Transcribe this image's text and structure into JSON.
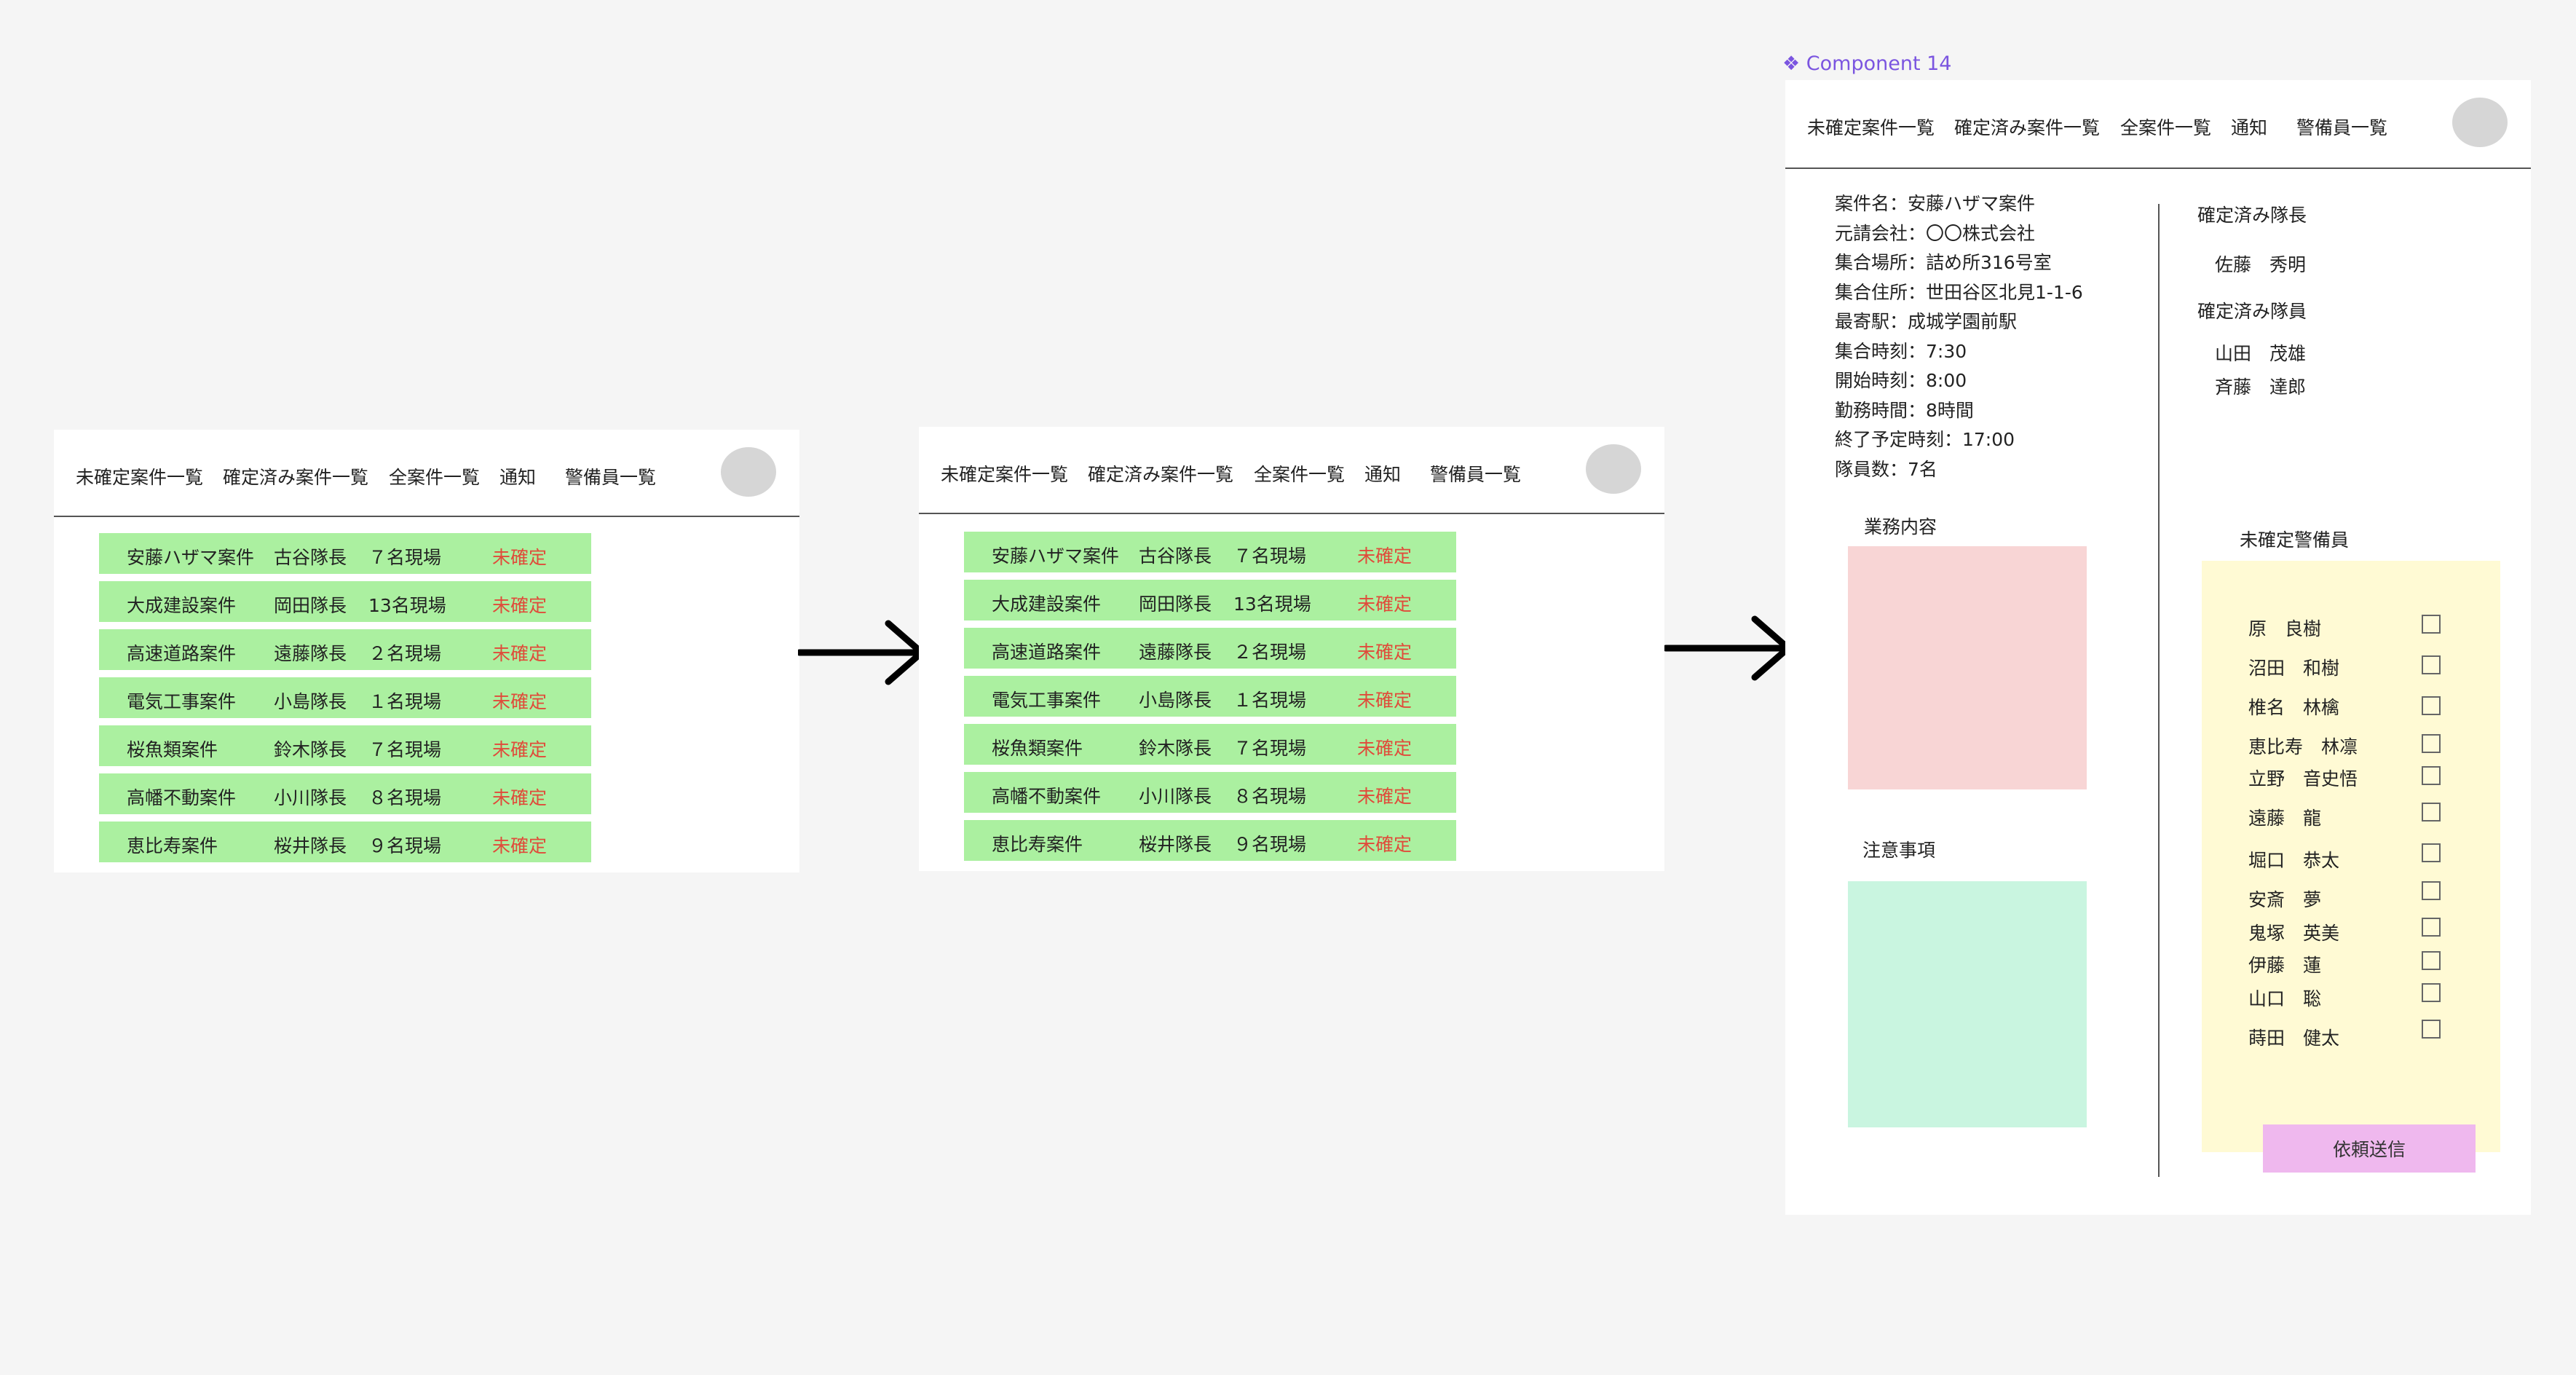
{
  "nav": {
    "items": [
      "未確定案件一覧",
      "確定済み案件一覧",
      "全案件一覧",
      "通知",
      "警備員一覧"
    ]
  },
  "cases": [
    {
      "name": "安藤ハザマ案件",
      "leader": "古谷隊長",
      "count": "７名現場",
      "status": "未確定"
    },
    {
      "name": "大成建設案件",
      "leader": "岡田隊長",
      "count": "13名現場",
      "status": "未確定"
    },
    {
      "name": "高速道路案件",
      "leader": "遠藤隊長",
      "count": "２名現場",
      "status": "未確定"
    },
    {
      "name": "電気工事案件",
      "leader": "小島隊長",
      "count": "１名現場",
      "status": "未確定"
    },
    {
      "name": "桜魚類案件",
      "leader": "鈴木隊長",
      "count": "７名現場",
      "status": "未確定"
    },
    {
      "name": "高幡不動案件",
      "leader": "小川隊長",
      "count": "８名現場",
      "status": "未確定"
    },
    {
      "name": "恵比寿案件",
      "leader": "桜井隊長",
      "count": "９名現場",
      "status": "未確定"
    }
  ],
  "component": {
    "label": "❖ Component 14"
  },
  "detail": {
    "info": [
      "案件名：安藤ハザマ案件",
      "元請会社：〇〇株式会社",
      "集合場所：詰め所316号室",
      "集合住所：世田谷区北見1-1-6",
      "最寄駅：成城学園前駅",
      "集合時刻：7:30",
      "開始時刻：8:00",
      "勤務時間：8時間",
      "終了予定時刻：17:00",
      "隊員数：7名"
    ],
    "work_label": "業務内容",
    "notes_label": "注意事項",
    "confirmed_leader_label": "確定済み隊長",
    "confirmed_leader": "佐藤　秀明",
    "confirmed_members_label": "確定済み隊員",
    "confirmed_members": [
      "山田　茂雄",
      "斉藤　達郎"
    ],
    "unconfirmed_label": "未確定警備員",
    "unconfirmed_guards": [
      "原　良樹",
      "沼田　和樹",
      "椎名　林檎",
      "恵比寿　林凛",
      "立野　音史悟",
      "遠藤　龍",
      "堀口　恭太",
      "安斎　夢",
      "鬼塚　英美",
      "伊藤　蓮",
      "山口　聡",
      "蒔田　健太"
    ],
    "send_label": "依頼送信"
  },
  "colors": {
    "row_bg": "#abf0a0",
    "status_text": "#e04b3a",
    "work_box": "#f8d5d5",
    "notes_box": "#c9f5e0",
    "guards_panel": "#fffad4",
    "send_button": "#efb8ee",
    "component_label": "#7b55e0"
  }
}
